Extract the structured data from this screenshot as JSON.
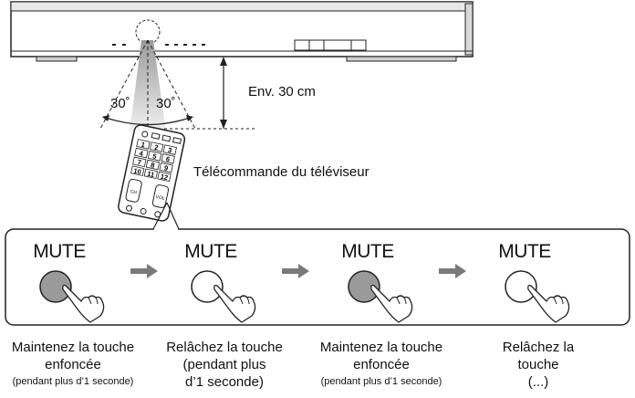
{
  "diagram": {
    "distance_label": "Env. 30 cm",
    "angle_left": "30˚",
    "angle_right": "30˚",
    "remote_label": "Télécommande du téléviseur",
    "remote_keys": [
      "1",
      "2",
      "3",
      "4",
      "5",
      "6",
      "7",
      "8",
      "9",
      "10",
      "11",
      "12"
    ],
    "remote_ch": "CH",
    "remote_vol": "VOL",
    "steps": [
      {
        "button": "MUTE",
        "state": "pressed",
        "caption_lines": [
          "Maintenez la touche",
          "enfoncée"
        ],
        "note": "(pendant plus d’1 seconde)"
      },
      {
        "button": "MUTE",
        "state": "released",
        "caption_lines": [
          "Relâchez la touche",
          "(pendant plus",
          "d’1 seconde)"
        ],
        "note": ""
      },
      {
        "button": "MUTE",
        "state": "pressed",
        "caption_lines": [
          "Maintenez la touche",
          "enfoncée"
        ],
        "note": "(pendant plus d’1 seconde)"
      },
      {
        "button": "MUTE",
        "state": "released",
        "caption_lines": [
          "Relâchez la",
          "touche",
          "(...)"
        ],
        "note": ""
      }
    ],
    "colors": {
      "pressed_fill": "#9a9a9a",
      "arrow": "#7a7a7a",
      "line": "#222222"
    }
  }
}
